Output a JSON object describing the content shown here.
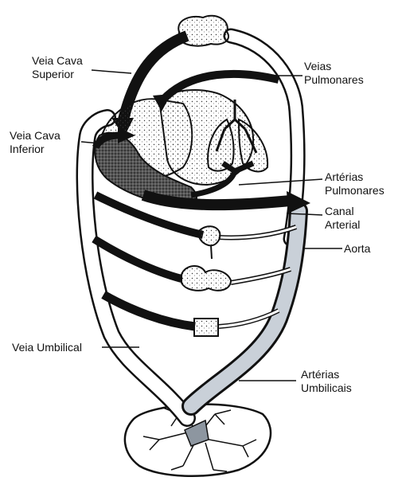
{
  "labels": {
    "veia_cava_superior": [
      "Veia Cava",
      "Superior"
    ],
    "veias_pulmonares": [
      "Veias",
      "Pulmonares"
    ],
    "veia_cava_inferior": [
      "Veia Cava",
      "Inferior"
    ],
    "arterias_pulmonares": [
      "Artérias",
      "Pulmonares"
    ],
    "canal_arterial": [
      "Canal",
      "Arterial"
    ],
    "aorta": "Aorta",
    "veia_umbilical": "Veia Umbilical",
    "arterias_umbilicais": [
      "Artérias",
      "Umbilicais"
    ]
  },
  "colors": {
    "ink": "#111111",
    "oxygenated": "#ffffff",
    "mixed": "#c9d0d8",
    "deoxygenated": "#111111"
  }
}
